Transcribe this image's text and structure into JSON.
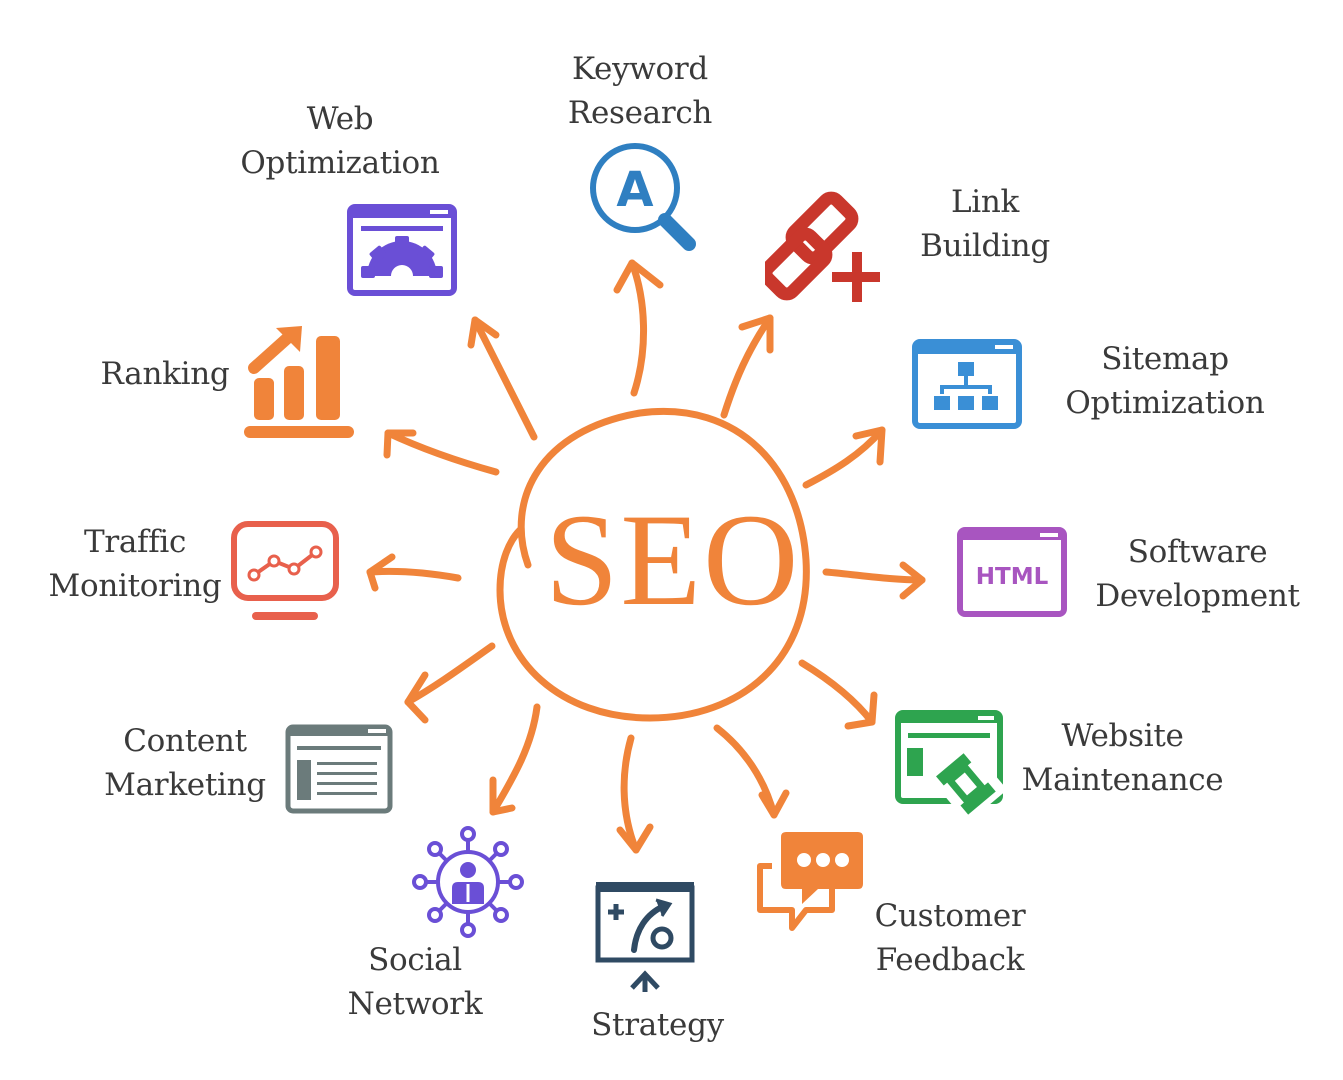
{
  "diagram": {
    "title": "SEO",
    "accent_color": "#f0843a",
    "text_color": "#3a3a3a",
    "nodes": [
      {
        "id": "keyword-research",
        "lines": [
          "Keyword",
          "Research"
        ],
        "icon": "magnifier-letter-a-icon",
        "icon_glyph": "A",
        "color": "#2f7fc1"
      },
      {
        "id": "link-building",
        "lines": [
          "Link",
          "Building"
        ],
        "icon": "chain-link-plus-icon",
        "color": "#c9372c"
      },
      {
        "id": "sitemap-optimization",
        "lines": [
          "Sitemap",
          "Optimization"
        ],
        "icon": "browser-sitemap-icon",
        "color": "#3a8fd6"
      },
      {
        "id": "software-development",
        "lines": [
          "Software",
          "Development"
        ],
        "icon": "browser-html-icon",
        "icon_glyph": "HTML",
        "color": "#a855c0"
      },
      {
        "id": "website-maintenance",
        "lines": [
          "Website",
          "Maintenance"
        ],
        "icon": "browser-wrench-icon",
        "color": "#2ea44f"
      },
      {
        "id": "customer-feedback",
        "lines": [
          "Customer",
          "Feedback"
        ],
        "icon": "chat-bubbles-icon",
        "color": "#f0843a"
      },
      {
        "id": "strategy",
        "lines": [
          "Strategy"
        ],
        "icon": "presentation-board-icon",
        "color": "#2f4a63"
      },
      {
        "id": "social-network",
        "lines": [
          "Social",
          "Network"
        ],
        "icon": "network-person-icon",
        "color": "#6a4fd6"
      },
      {
        "id": "content-marketing",
        "lines": [
          "Content",
          "Marketing"
        ],
        "icon": "browser-article-icon",
        "color": "#6b7b7b"
      },
      {
        "id": "traffic-monitoring",
        "lines": [
          "Traffic",
          "Monitoring"
        ],
        "icon": "monitor-line-chart-icon",
        "color": "#e8604c"
      },
      {
        "id": "ranking",
        "lines": [
          "Ranking"
        ],
        "icon": "bar-chart-up-arrow-icon",
        "color": "#f0843a"
      },
      {
        "id": "web-optimization",
        "lines": [
          "Web",
          "Optimization"
        ],
        "icon": "browser-gear-icon",
        "color": "#6a4fd6"
      }
    ]
  }
}
